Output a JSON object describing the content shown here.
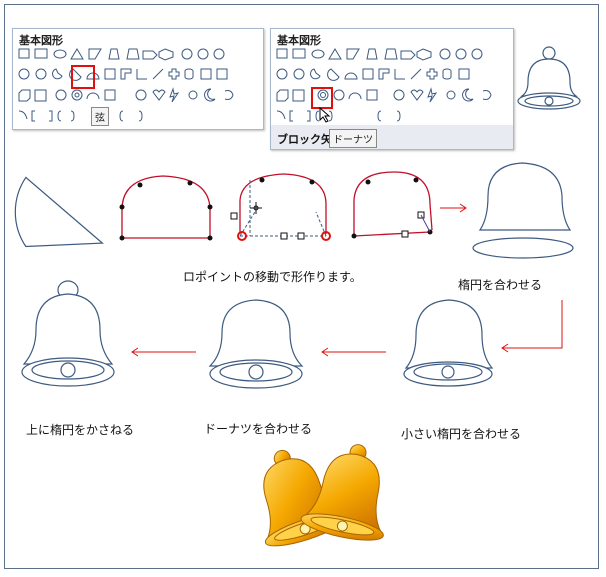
{
  "panel_left": {
    "title": "基本図形",
    "tooltip": "弦"
  },
  "panel_right": {
    "title": "基本図形",
    "tooltip": "ドーナツ",
    "footer_label": "ブロック矢"
  },
  "captions": {
    "point_edit": "ロポイントの移動で形作ります。",
    "ellipse_join": "楕円を合わせる",
    "small_ellipse": "小さい楕円を合わせる",
    "donut_join": "ドーナツを合わせる",
    "top_ellipse": "上に楕円をかさねる"
  },
  "colors": {
    "accent_red": "#e01010",
    "outline": "#3d5a80",
    "bell_gold": "#f5a800"
  }
}
